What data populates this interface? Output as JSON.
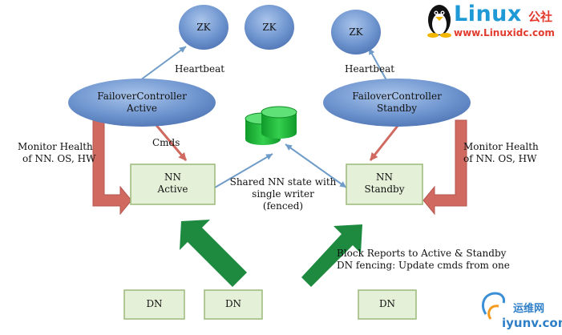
{
  "zk_nodes": [
    "ZK",
    "ZK",
    "ZK"
  ],
  "failover_active": {
    "line1": "FailoverController",
    "line2": "Active"
  },
  "failover_standby": {
    "line1": "FailoverController",
    "line2": "Standby"
  },
  "heartbeat_left": "Heartbeat",
  "heartbeat_right": "Heartbeat",
  "cmds": "Cmds",
  "monitor_left": {
    "line1": "Monitor Health",
    "line2": "of NN. OS, HW"
  },
  "monitor_right": {
    "line1": "Monitor Health",
    "line2": "of NN. OS, HW"
  },
  "nn_active": {
    "line1": "NN",
    "line2": "Active"
  },
  "nn_standby": {
    "line1": "NN",
    "line2": "Standby"
  },
  "shared_state": {
    "line1": "Shared NN state with",
    "line2": "single writer",
    "line3": "(fenced)"
  },
  "block_reports": {
    "line1": "Block Reports to Active & Standby",
    "line2": "DN fencing: Update cmds from one"
  },
  "dn_nodes": [
    "DN",
    "DN",
    "DN"
  ],
  "watermark_top": {
    "brand": "Linux",
    "cn": "公社",
    "url": "www.Linuxidc.com"
  },
  "watermark_bottom": {
    "cn": "运维网",
    "url": "iyunv.com"
  },
  "colors": {
    "ellipse_fill": "#6f95cf",
    "box_fill": "#e5f0d8",
    "box_border": "#9cb97a",
    "green_arrow": "#1d8a3f",
    "red_arrow": "#d06a60",
    "link_line": "#6f9cc8",
    "db_green": "#1fbf3a"
  }
}
